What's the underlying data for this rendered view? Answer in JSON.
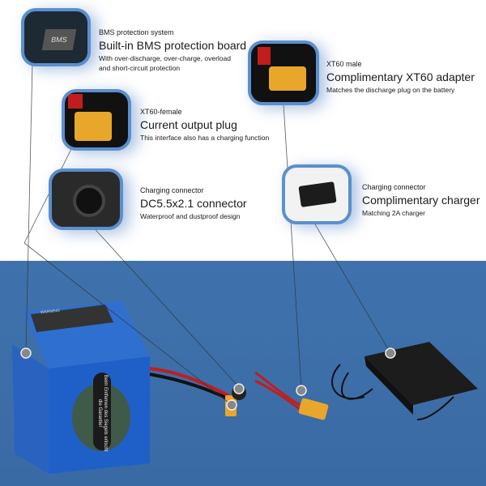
{
  "callouts": [
    {
      "subtitle": "BMS protection system",
      "title": "Built-in BMS protection board",
      "desc": [
        "With over-discharge, over-charge, overload",
        "and short-circuit protection"
      ],
      "thumb_label": "BMS"
    },
    {
      "subtitle": "XT60 male",
      "title": "Complimentary XT60 adapter",
      "desc": [
        "Matches the discharge plug on the battery"
      ]
    },
    {
      "subtitle": "XT60-female",
      "title": "Current output plug",
      "desc": [
        "This interface also has a charging function"
      ]
    },
    {
      "subtitle": "Charging connector",
      "title": "DC5.5x2.1 connector",
      "desc": [
        "Waterproof and dustproof design"
      ]
    },
    {
      "subtitle": "Charging connector",
      "title": "Complimentary charger",
      "desc": [
        "Matching 2A charger"
      ]
    }
  ],
  "battery": {
    "label_title": "WARNING",
    "seal_text": "Beim Entfernen des Siegels erlischt die Garantie!"
  },
  "colors": {
    "background_blue": "#3f72ad",
    "accent_blue": "#5b8fcf",
    "connector_yellow": "#e8a62a"
  }
}
